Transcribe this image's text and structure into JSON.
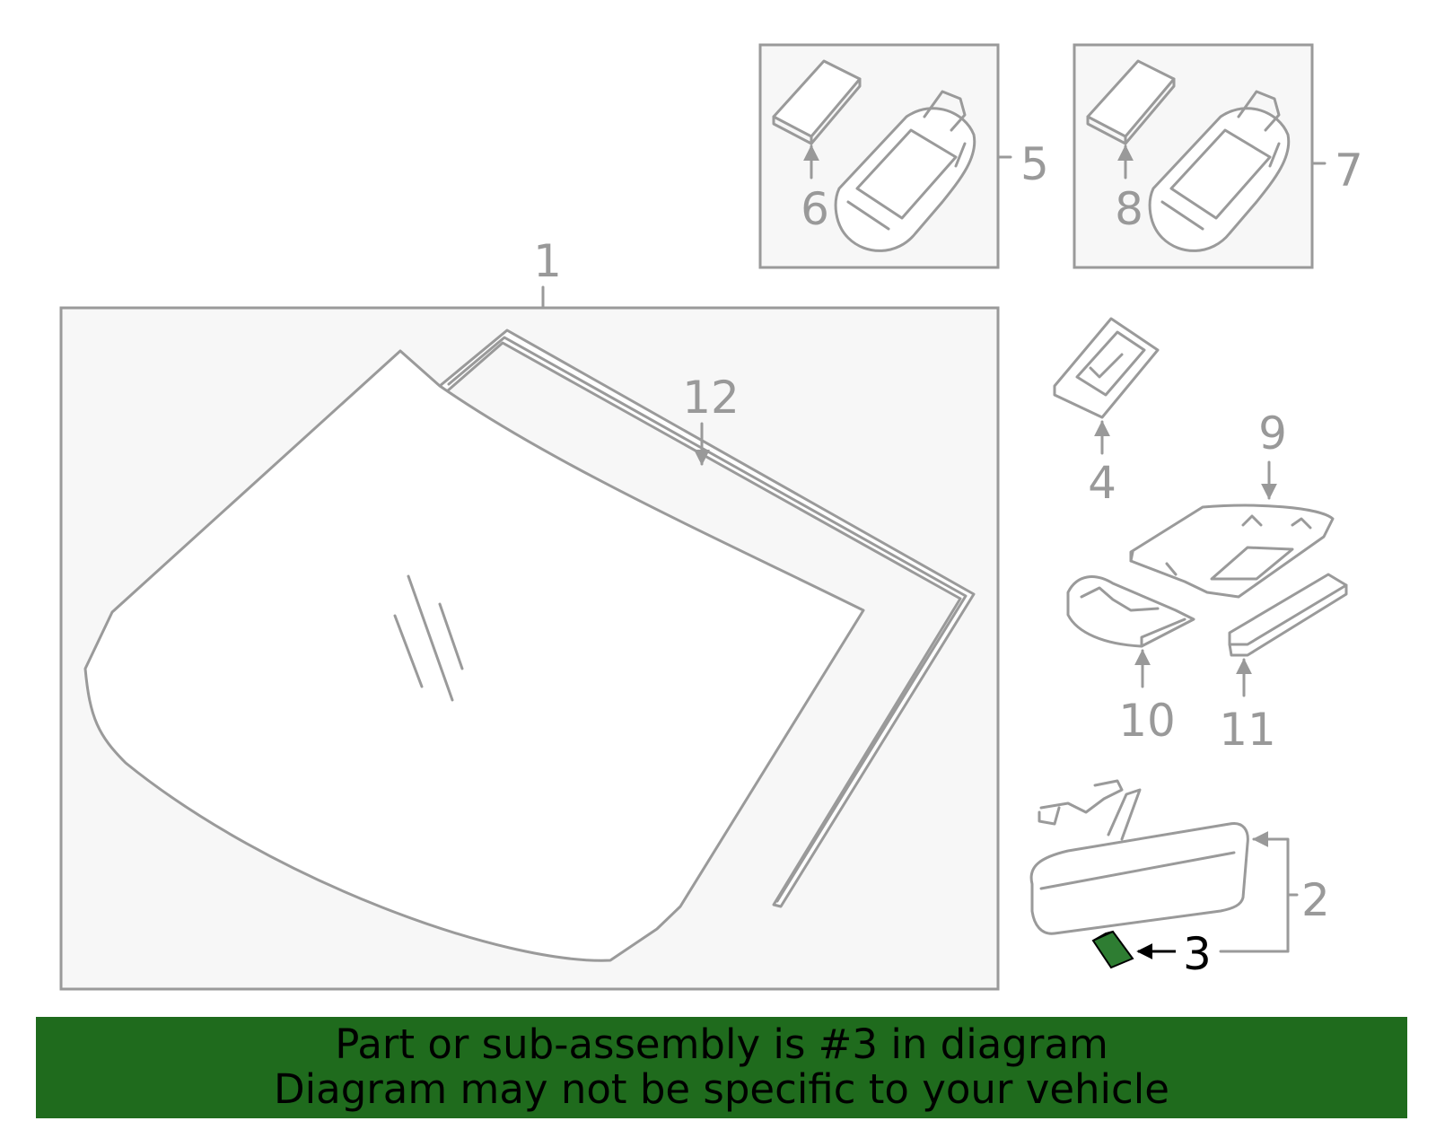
{
  "diagram": {
    "callouts": {
      "c1": "1",
      "c2": "2",
      "c3": "3",
      "c4": "4",
      "c5": "5",
      "c6": "6",
      "c7": "7",
      "c8": "8",
      "c9": "9",
      "c10": "10",
      "c11": "11",
      "c12": "12"
    },
    "highlight_color": "#2e7d32",
    "banner_color": "#1f6b1d"
  },
  "banner": {
    "line1": "Part or sub-assembly is #3 in diagram",
    "line2": "Diagram may not be specific to your vehicle"
  }
}
